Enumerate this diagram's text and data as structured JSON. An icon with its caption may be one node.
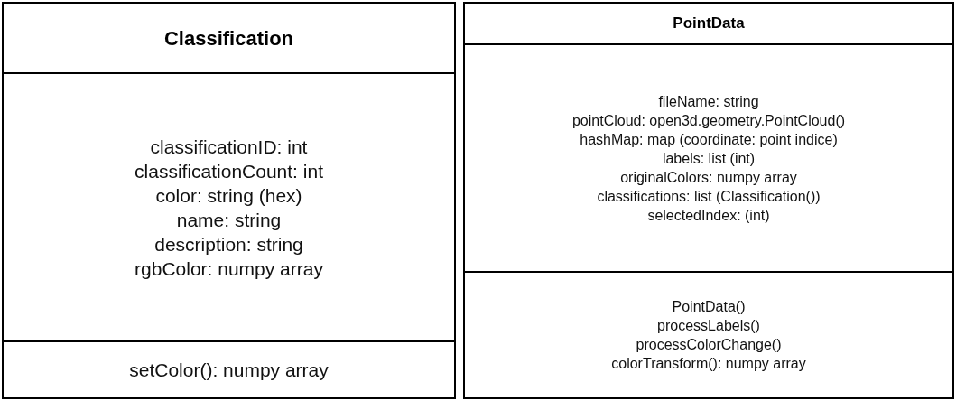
{
  "diagram": {
    "nodes": [
      {
        "text": [
          "Classification"
        ]
      },
      {
        "text": [
          "classificationID: int",
          "classificationCount: int",
          "color: string (hex)",
          "name: string",
          "description: string",
          "rgbColor: numpy array"
        ],
        "in": 0
      },
      {
        "text": [
          "setColor(): numpy array"
        ],
        "in": 0
      },
      {
        "text": [
          "PointData"
        ]
      },
      {
        "text": [
          "fileName: string",
          "pointCloud: open3d.geometry.PointCloud()",
          "hashMap: map (coordinate: point indice)",
          "labels: list (int)",
          "originalColors: numpy array",
          "classifications: list (Classification())",
          "selectedIndex: (int)"
        ],
        "in": 3
      },
      {
        "text": [
          "PointData()",
          "processLabels()",
          "processColorChange()",
          "colorTransform(): numpy array"
        ],
        "in": 3
      }
    ],
    "edges": []
  }
}
